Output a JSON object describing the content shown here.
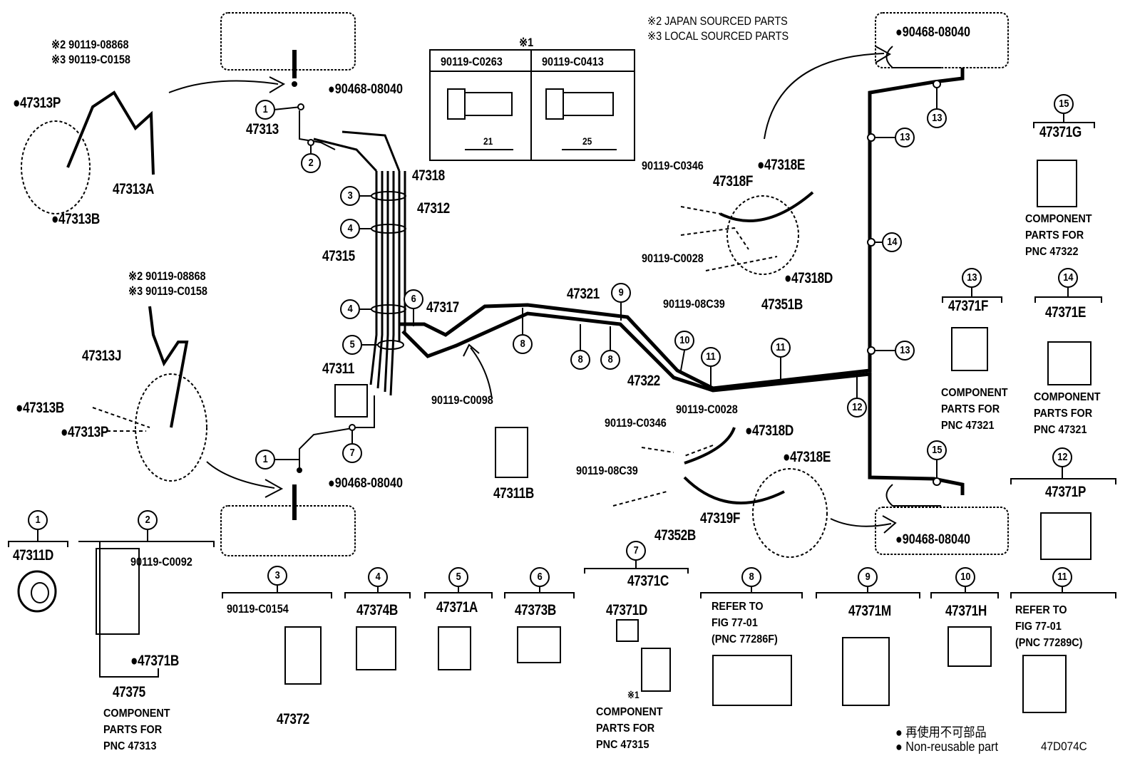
{
  "notes": {
    "japan_sourced": "※2 JAPAN SOURCED PARTS",
    "local_sourced": "※3 LOCAL SOURCED PARTS",
    "bolt_box_mark": "※1",
    "bolt_a": "90119-C0263",
    "bolt_b": "90119-C0413",
    "bolt_a_length": "21",
    "bolt_b_length": "25"
  },
  "labels": {
    "tl_j2": "※2 90119-08868",
    "tl_j3": "※3 90119-C0158",
    "tl_47313P": "●47313P",
    "tl_47313A": "47313A",
    "tl_47313B": "●47313B",
    "l_47313": "47313",
    "l_clip_top": "●90468-08040",
    "l_47318": "47318",
    "l_47312": "47312",
    "l_47315": "47315",
    "l_47311": "47311",
    "l_47317": "47317",
    "l_clip_bottom": "●90468-08040",
    "ml_j2": "※2 90119-08868",
    "ml_j3": "※3 90119-C0158",
    "ml_47313J": "47313J",
    "ml_47313B": "●47313B",
    "ml_47313P": "●47313P",
    "l_90119C0098": "90119-C0098",
    "l_47311B": "47311B",
    "l_47321": "47321",
    "l_47322": "47322",
    "tr_90119C0346": "90119-C0346",
    "tr_47318E": "●47318E",
    "tr_47318F": "47318F",
    "tr_90119C0028": "90119-C0028",
    "tr_47318D": "●47318D",
    "tr_90119_08C39": "90119-08C39",
    "tr_47351B": "47351B",
    "r_clip_top": "●90468-08040",
    "r_clip_bottom": "●90468-08040",
    "br_90119C0028": "90119-C0028",
    "br_90119C0346": "90119-C0346",
    "br_47318D": "●47318D",
    "br_47318E": "●47318E",
    "br_90119_08C39": "90119-08C39",
    "br_47319F": "47319F",
    "br_47352B": "47352B",
    "p_47371G": "47371G",
    "p_47371G_note": "COMPONENT\nPARTS FOR\nPNC 47322",
    "p_47371F": "47371F",
    "p_47371F_note": "COMPONENT\nPARTS FOR\nPNC 47321",
    "p_47371E": "47371E",
    "p_47371E_note": "COMPONENT\nPARTS FOR\nPNC 47321",
    "p_47371P": "47371P",
    "b_47311D": "47311D",
    "b_90119C0092": "90119-C0092",
    "b_47371B": "●47371B",
    "b_47375": "47375",
    "b_47375_note": "COMPONENT\nPARTS FOR\nPNC 47313",
    "b_90119C0154": "90119-C0154",
    "b_47372": "47372",
    "b_47374B": "47374B",
    "b_47371A": "47371A",
    "b_47373B": "47373B",
    "b_47371C": "47371C",
    "b_47371D": "47371D",
    "b_mark1": "※1",
    "b_47371C_note": "COMPONENT\nPARTS FOR\nPNC 47315",
    "b_ref8": "REFER TO\nFIG 77-01\n(PNC 77286F)",
    "b_47371M": "47371M",
    "b_47371H": "47371H",
    "b_ref11": "REFER TO\nFIG 77-01\n(PNC 77289C)"
  },
  "callouts": [
    "1",
    "2",
    "3",
    "4",
    "4",
    "5",
    "6",
    "7",
    "1",
    "8",
    "8",
    "8",
    "9",
    "10",
    "11",
    "11",
    "12",
    "13",
    "13",
    "14",
    "13",
    "15",
    "15",
    "13",
    "14",
    "12",
    "1",
    "2",
    "3",
    "4",
    "5",
    "6",
    "7",
    "8",
    "9",
    "10",
    "11"
  ],
  "legend": {
    "jp": "● 再使用不可部品",
    "en": "● Non-reusable part",
    "code": "47D074C"
  }
}
